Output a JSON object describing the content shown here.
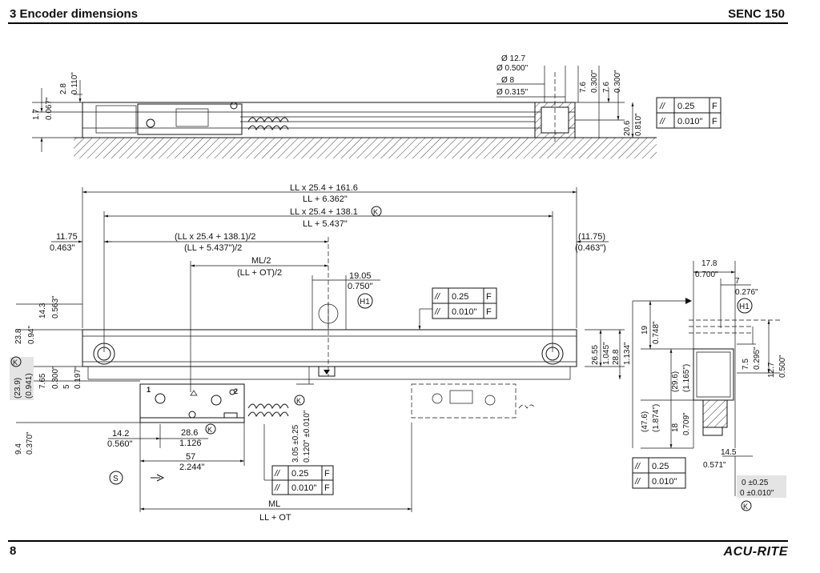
{
  "header": {
    "section": "3   Encoder dimensions",
    "model": "SENC 150"
  },
  "footer": {
    "page": "8",
    "brand": "ACU-RITE"
  },
  "dims": {
    "top_1_7": "1.7",
    "top_0_067": "0.067\"",
    "top_2_8": "2.8",
    "top_0_110": "0.110\"",
    "d127": "Ø 12.7",
    "d0500": "Ø 0.500\"",
    "d8": "Ø 8",
    "d0315": "Ø 0.315\"",
    "v76a": "7.6",
    "v0300a": "0.300\"",
    "v76b": "7.6",
    "v0300b": "0.300\"",
    "v206": "20.6",
    "v0810": "0.810\"",
    "ll1": "LL x 25.4 + 161.6",
    "ll2": "LL + 6.362\"",
    "ll3": "LL x 25.4 + 138.1",
    "ll4": "LL + 5.437\"",
    "d1175": "11.75",
    "d0463": "0.463\"",
    "d1175p": "(11.75)",
    "d0463p": "(0.463\")",
    "half1": "(LL x 25.4 + 138.1)/2",
    "half2": "(LL + 5.437\")/2",
    "ml2": "ML/2",
    "llot2": "(LL + OT)/2",
    "d1905": "19.05",
    "d0750": "0.750\"",
    "v143": "14.3",
    "v0563": "0.563\"",
    "v238": "23.8",
    "v094": "0.94\"",
    "v239": "(23.9)",
    "v0941": "(0.941)",
    "v765": "7.65",
    "v0300c": "0.300\"",
    "v5": "5",
    "v0197": "0.197\"",
    "v94": "9.4",
    "v0370": "0.370\"",
    "v2655": "26.55",
    "v1045": "1.045\"",
    "v288": "28.8",
    "v1134": "1.134\"",
    "d142": "14.2",
    "d0560": "0.560\"",
    "d286": "28.6",
    "d1126": "1.126",
    "d57": "57",
    "d2244": "2.244\"",
    "v305": "3.05 ±0.25",
    "v0120": "0.120\" ±0.010\"",
    "ml": "ML",
    "llot": "LL + OT",
    "s178": "17.8",
    "s0700": "0.700\"",
    "s7": "7",
    "s0276": "0.276\"",
    "s19": "19",
    "s0748": "0.748\"",
    "s296": "(29.6)",
    "s1165": "(1.165\")",
    "s476": "(47.6)",
    "s1874": "(1.874\")",
    "s18": "18",
    "s0709": "0.709\"",
    "s75": "7.5",
    "s0295": "0.295\"",
    "s127": "12.7",
    "s0500": "0.500\"",
    "s145": "14.5",
    "s0571": "0.571\"",
    "z025": "0 ±0.25",
    "z0010": "0 ±0.010\""
  },
  "tolerance": {
    "sym": "//",
    "v1": "0.25",
    "v2": "0.010\"",
    "datum": "F"
  },
  "labels": {
    "h1": "H1",
    "k": "K",
    "s": "S",
    "one": "1",
    "two": "2"
  },
  "icons": [
    "arrow-right-icon",
    "triangle-marker-icon"
  ]
}
